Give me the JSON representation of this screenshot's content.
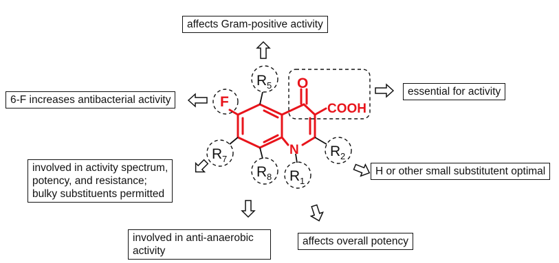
{
  "colors": {
    "scaffold": "#e8141b",
    "ink": "#111111"
  },
  "boxes": {
    "gram_positive": "affects Gram-positive activity",
    "six_f": "6-F increases antibacterial activity",
    "essential": "essential for activity",
    "spectrum": [
      "involved in activity spectrum,",
      "potency, and resistance;",
      "bulky substituents permitted"
    ],
    "small_sub": "H or other small substitutent optimal",
    "anaerobic": [
      "involved in anti-anaerobic",
      "activity"
    ],
    "potency": "affects overall potency"
  },
  "molecule": {
    "oxygen": "O",
    "acid": "COOH",
    "fluorine": "F",
    "nitrogen": "N",
    "r_labels": {
      "r1": "1",
      "r2": "2",
      "r5": "5",
      "r7": "7",
      "r8": "8",
      "r_letter": "R"
    }
  }
}
